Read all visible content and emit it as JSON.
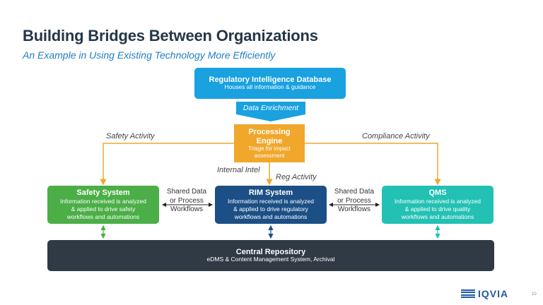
{
  "slide": {
    "title": "Building Bridges Between Organizations",
    "subtitle": "An Example in Using Existing Technology More Efficiently",
    "page_number": "10"
  },
  "nodes": {
    "rid": {
      "title": "Regulatory Intelligence Database",
      "subtitle": "Houses all information & guidance",
      "color": "#1aa1df"
    },
    "enrichment": {
      "label": "Data Enrichment",
      "color": "#1aa1df"
    },
    "engine": {
      "title_line1": "Processing",
      "title_line2": "Engine",
      "subtitle_line1": "Triage for impact",
      "subtitle_line2": "assessment",
      "color": "#f0a72b"
    },
    "safety": {
      "title": "Safety System",
      "line1": "Information received is analyzed",
      "line2": "& applied to drive safety",
      "line3": "workflows and automations",
      "color": "#4cae47"
    },
    "rim": {
      "title": "RIM System",
      "line1": "Information received is analyzed",
      "line2": "& applied to drive regulatory",
      "line3": "workflows and automations",
      "color": "#1c4f86"
    },
    "qms": {
      "title": "QMS",
      "line1": "Information received is analyzed",
      "line2": "& applied to drive quality",
      "line3": "workflows and automations",
      "color": "#23c1b4"
    },
    "repo": {
      "title": "Central Repository",
      "subtitle": "eDMS & Content Management System, Archival",
      "color": "#2f3a44"
    }
  },
  "edges": {
    "safety_activity": "Safety Activity",
    "compliance_activity": "Compliance Activity",
    "internal_intel": "Internal Intel",
    "reg_activity": "Reg Activity",
    "shared_left": {
      "line1": "Shared Data",
      "line2": "or Process",
      "line3": "Workflows"
    },
    "shared_right": {
      "line1": "Shared Data",
      "line2": "or Process",
      "line3": "Workflows"
    }
  },
  "logo": {
    "text": "IQVIA",
    "color": "#1f5aa6"
  }
}
